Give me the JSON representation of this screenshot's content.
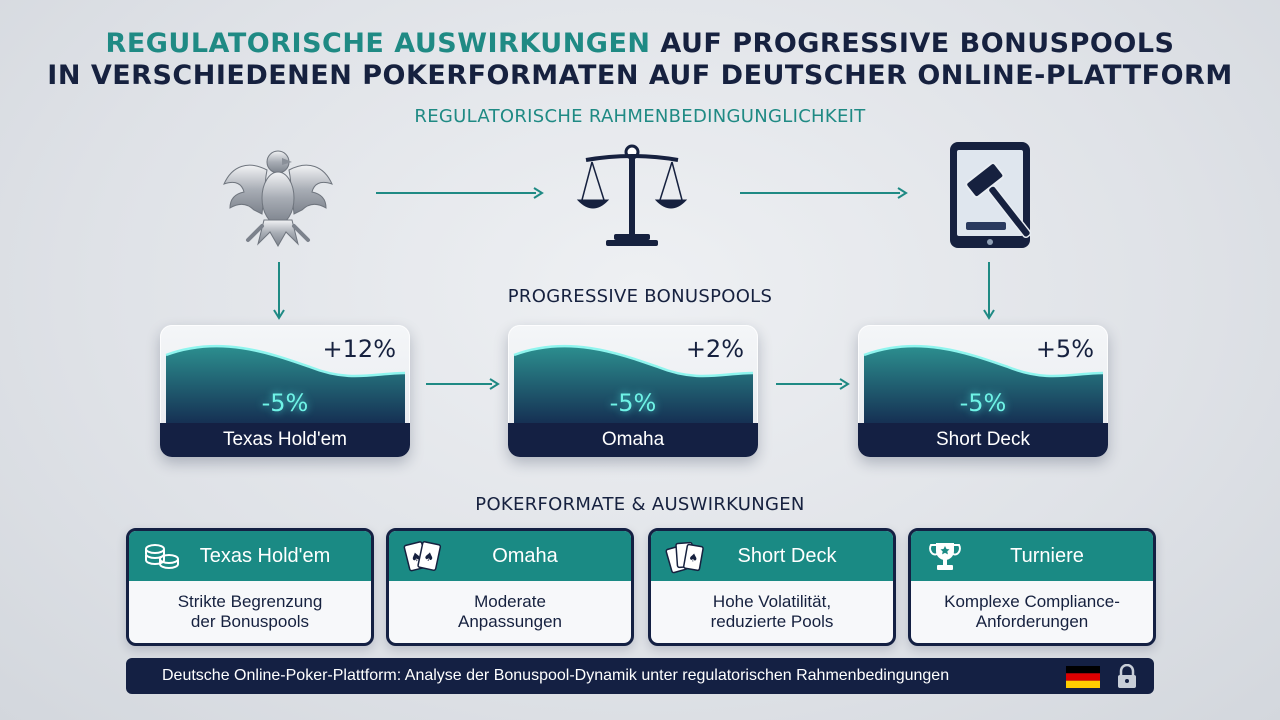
{
  "title": {
    "line1_accent": "REGULATORISCHE AUSWIRKUNGEN",
    "line1_rest": " AUF PROGRESSIVE BONUSPOOLS",
    "line2": "IN VERSCHIEDENEN POKERFORMATEN AUF DEUTSCHER ONLINE-PLATTFORM"
  },
  "subtitle": "REGULATORISCHE RAHMENBEDINGUNGLICHKEIT",
  "regulatory_icons": [
    "eagle-icon",
    "scale-icon",
    "tablet-gavel-icon"
  ],
  "pools_heading": "PROGRESSIVE BONUSPOOLS",
  "pools": [
    {
      "name": "Texas Hold'em",
      "plus": "+12%",
      "minus": "-5%"
    },
    {
      "name": "Omaha",
      "plus": "+2%",
      "minus": "-5%"
    },
    {
      "name": "Short Deck",
      "plus": "+5%",
      "minus": "-5%"
    }
  ],
  "formats_heading": "POKERFORMATE & AUSWIRKUNGEN",
  "formats": [
    {
      "title": "Texas Hold'em",
      "icon": "chips-icon",
      "line1": "Strikte Begrenzung",
      "line2": "der Bonuspools"
    },
    {
      "title": "Omaha",
      "icon": "cards-icon",
      "line1": "Moderate",
      "line2": "Anpassungen"
    },
    {
      "title": "Short Deck",
      "icon": "card-deck-icon",
      "line1": "Hohe Volatilität,",
      "line2": "reduzierte Pools"
    },
    {
      "title": "Turniere",
      "icon": "trophy-icon",
      "line1": "Komplexe Compliance-",
      "line2": "Anforderungen"
    }
  ],
  "footer": {
    "text": "Deutsche Online-Poker-Plattform: Analyse der Bonuspool-Dynamik unter regulatorischen Rahmenbedingungen",
    "flag_icon": "german-flag-icon",
    "lock_icon": "lock-icon"
  },
  "colors": {
    "navy": "#142043",
    "teal": "#1a8a84",
    "glow": "#6ff3e6",
    "background": "#e3e6ea"
  }
}
